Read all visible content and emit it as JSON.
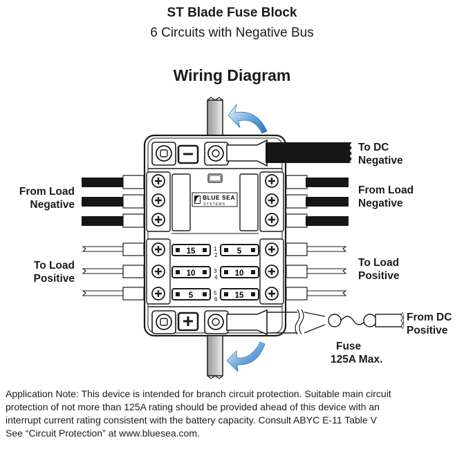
{
  "header": {
    "title": "ST Blade Fuse Block",
    "subtitle": "6 Circuits with Negative Bus",
    "section_title": "Wiring Diagram"
  },
  "brand": {
    "logo_line1": "BLUE SEA",
    "logo_line2": "SYSTEMS"
  },
  "labels": {
    "from_load_negative_left": [
      "From Load",
      "Negative"
    ],
    "to_load_positive_left": [
      "To Load",
      "Positive"
    ],
    "to_dc_negative": [
      "To DC",
      "Negative"
    ],
    "from_load_negative_right": [
      "From Load",
      "Negative"
    ],
    "to_load_positive_right": [
      "To Load",
      "Positive"
    ],
    "from_dc_positive": [
      "From DC",
      "Positive"
    ],
    "fuse": [
      "Fuse",
      "125A Max."
    ]
  },
  "fuses": [
    {
      "number": "1",
      "rating": "15"
    },
    {
      "number": "2",
      "rating": "5"
    },
    {
      "number": "3",
      "rating": "10"
    },
    {
      "number": "4",
      "rating": "10"
    },
    {
      "number": "5",
      "rating": "5"
    },
    {
      "number": "6",
      "rating": "15"
    }
  ],
  "colors": {
    "ink": "#1a1a1a",
    "wire_black": "#161616",
    "arrow_blue": "#3a7fc4",
    "block_fill": "#ffffff"
  },
  "application_note": [
    "Application Note:  This device is intended for branch circuit protection. Suitable main circuit",
    "protection of not more than 125A rating should be provided ahead of this device with an",
    "interrupt current rating consistent with the battery capacity. Consult ABYC E-11 Table V",
    "See “Circuit Protection” at www.bluesea.com."
  ]
}
